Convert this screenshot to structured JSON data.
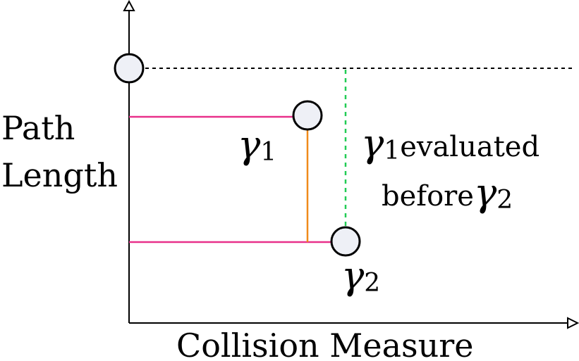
{
  "axes": {
    "x_label": "Collision Measure",
    "y_label_line1": "Path",
    "y_label_line2": "Length"
  },
  "nodes": {
    "gamma1": {
      "symbol": "γ",
      "subscript": "1"
    },
    "gamma2": {
      "symbol": "γ",
      "subscript": "2"
    }
  },
  "annotation": {
    "line1_symbol": "γ",
    "line1_subscript": "1",
    "line1_text": "evaluated",
    "line2_text": "before",
    "line2_symbol": "γ",
    "line2_subscript": "2"
  },
  "colors": {
    "axis": "#000000",
    "node_fill": "#eef0f6",
    "pink_line": "#e8308a",
    "orange_line": "#f08a1a",
    "green_dashed": "#22cc55",
    "black_dashed": "#000000"
  }
}
